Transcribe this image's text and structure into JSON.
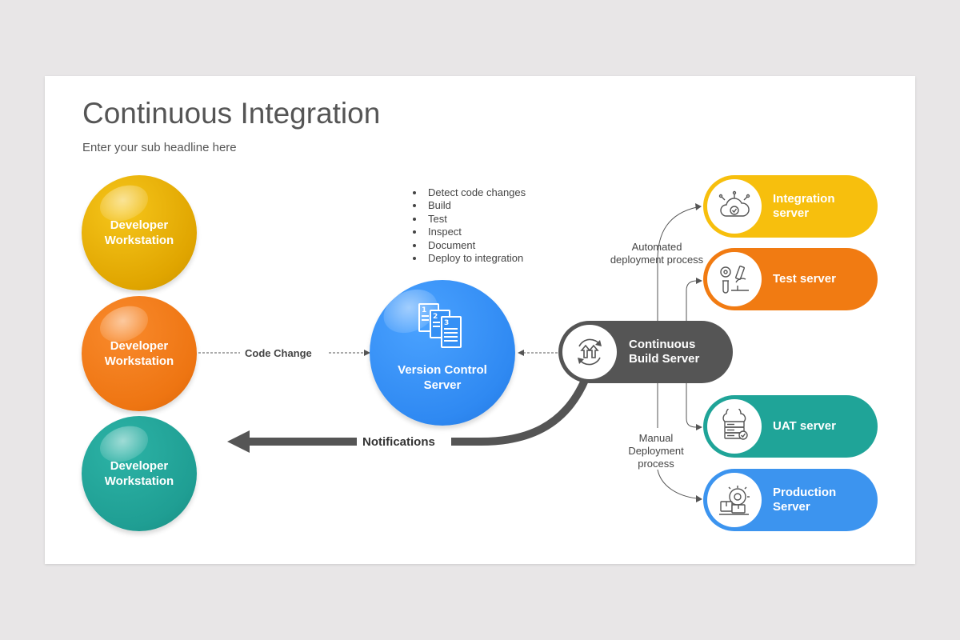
{
  "slide": {
    "title": "Continuous Integration",
    "subtitle": "Enter your sub headline here"
  },
  "developers": [
    {
      "label": "Developer\nWorkstation",
      "color": "#e9ad05"
    },
    {
      "label": "Developer\nWorkstation",
      "color": "#ee7512"
    },
    {
      "label": "Developer\nWorkstation",
      "color": "#1f9e93"
    }
  ],
  "code_change_label": "Code Change",
  "version_control": {
    "label": "Version Control\nServer",
    "color": "#2f89f2"
  },
  "process_steps": [
    "Detect code changes",
    "Build",
    "Test",
    "Inspect",
    "Document",
    "Deploy to integration"
  ],
  "notifications_label": "Notifications",
  "build_server": {
    "label": "Continuous\nBuild Server",
    "color": "#555555"
  },
  "automated_label": "Automated\ndeployment process",
  "manual_label": "Manual\nDeployment\nprocess",
  "servers": [
    {
      "label": "Integration\nserver",
      "color": "#f7bf0d",
      "icon": "cloud-network-icon"
    },
    {
      "label": "Test server",
      "color": "#f17b12",
      "icon": "microscope-icon"
    },
    {
      "label": "UAT server",
      "color": "#1fa498",
      "icon": "cloud-server-icon"
    },
    {
      "label": "Production\nServer",
      "color": "#3c94ef",
      "icon": "gear-box-icon"
    }
  ]
}
